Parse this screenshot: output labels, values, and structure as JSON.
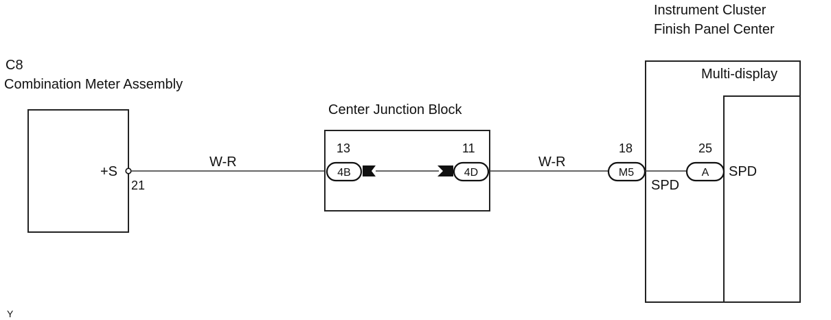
{
  "components": {
    "combination_meter": {
      "code": "C8",
      "name": "Combination Meter Assembly",
      "terminal_name": "+S",
      "pin": "21"
    },
    "junction_block": {
      "name": "Center Junction Block",
      "left_pin": "13",
      "left_connector": "4B",
      "right_pin": "11",
      "right_connector": "4D"
    },
    "instrument_cluster": {
      "name_line1": "Instrument Cluster",
      "name_line2": "Finish Panel Center",
      "pin": "18",
      "connector": "M5",
      "terminal_name": "SPD"
    },
    "multi_display": {
      "name": "Multi-display",
      "pin": "25",
      "connector": "A",
      "terminal_name": "SPD"
    }
  },
  "wires": {
    "left_color": "W-R",
    "right_color": "W-R"
  },
  "footer": {
    "mark": "Y"
  }
}
